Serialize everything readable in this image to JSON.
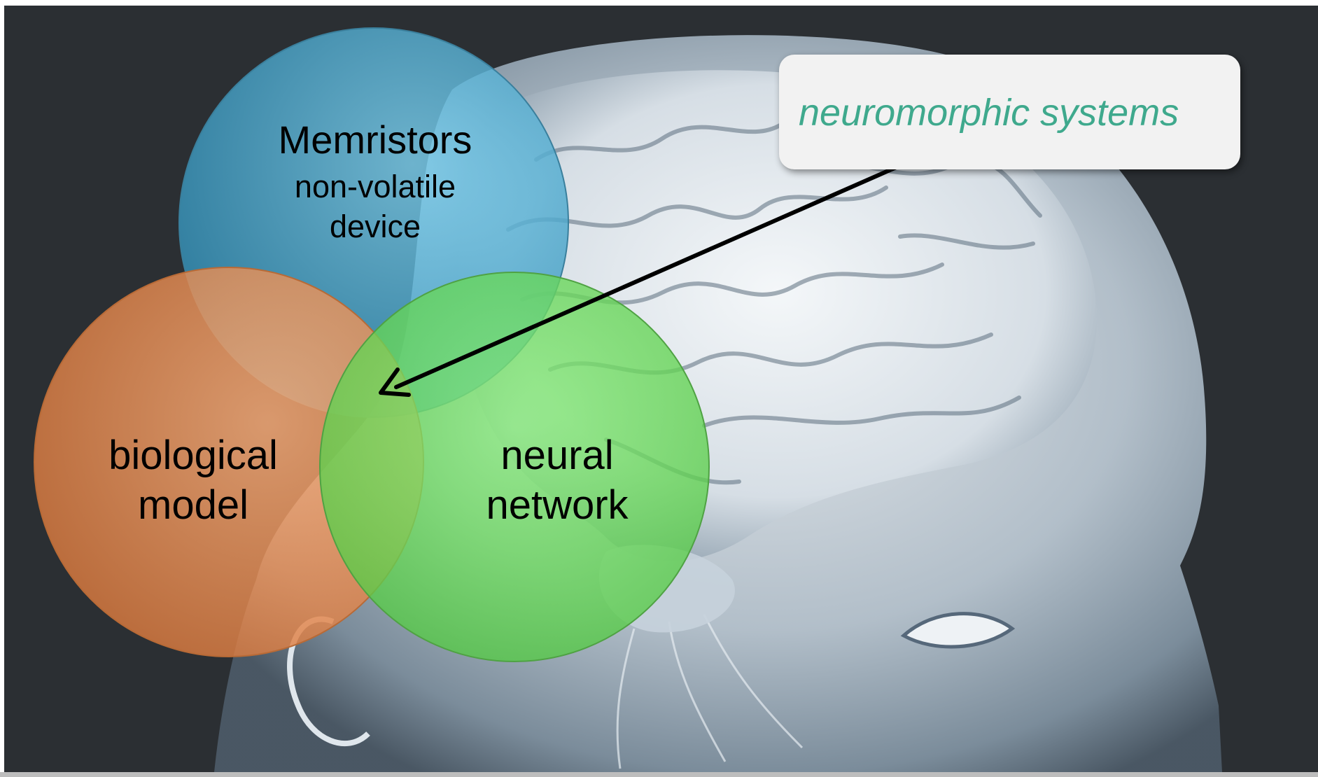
{
  "diagram": {
    "circles": [
      {
        "id": "memristors",
        "title": "Memristors",
        "subtitle_line1": "non-volatile",
        "subtitle_line2": "device",
        "color": "#4fb3d9"
      },
      {
        "id": "biological",
        "line1": "biological",
        "line2": "model",
        "color": "#f5934a"
      },
      {
        "id": "neural",
        "line1": "neural",
        "line2": "network",
        "color": "#6fe05b"
      }
    ],
    "callout": {
      "label": "neuromorphic systems",
      "text_color": "#3fa98d"
    },
    "background_image": "brain-head-xray-image"
  }
}
